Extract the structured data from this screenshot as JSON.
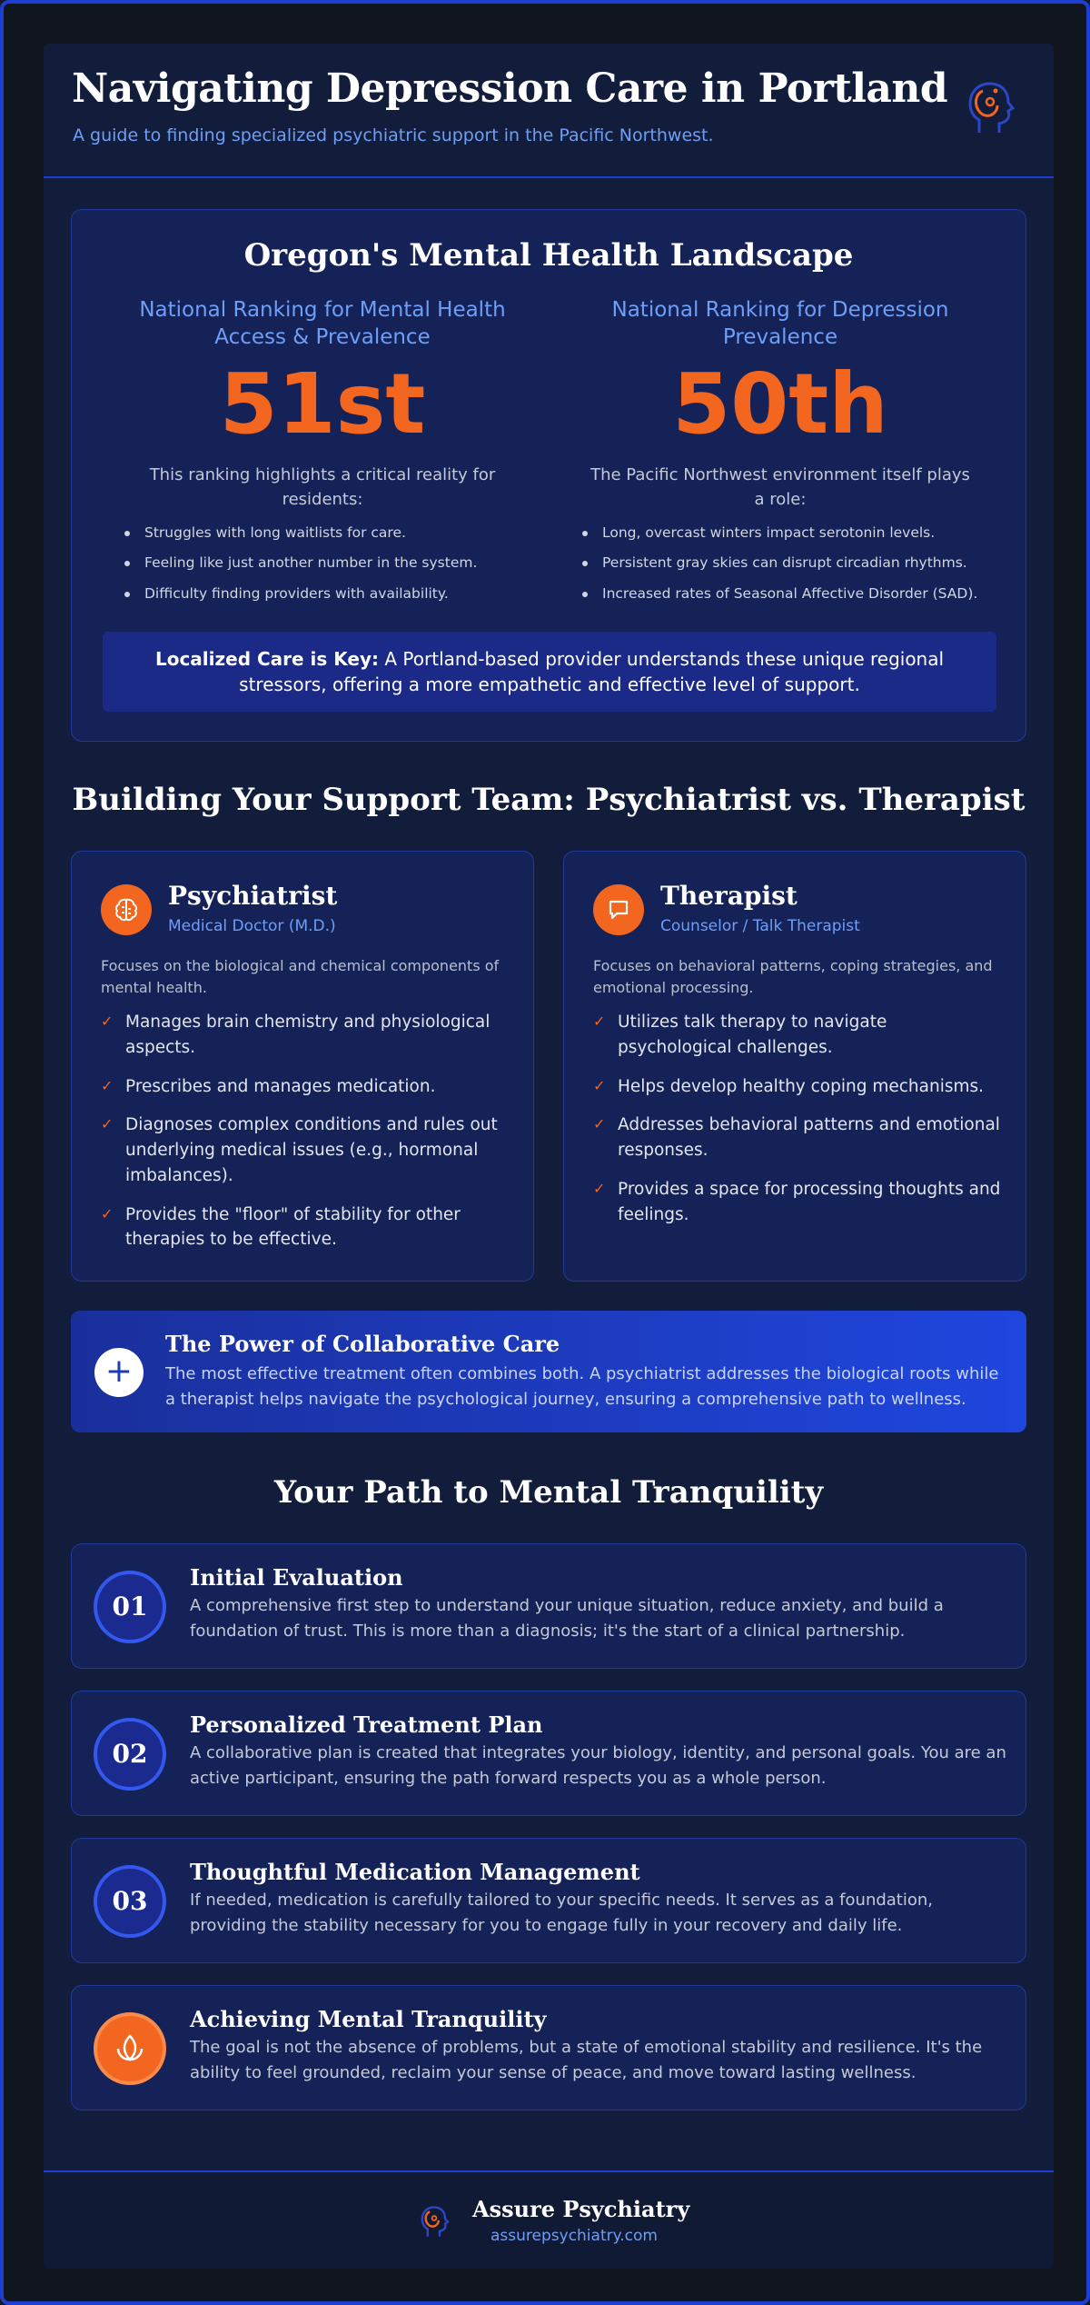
{
  "header": {
    "title": "Navigating Depression Care in Portland",
    "subtitle": "A guide to finding specialized psychiatric support in the Pacific Northwest."
  },
  "landscape": {
    "title": "Oregon's Mental Health Landscape",
    "stats": [
      {
        "label": "National Ranking for Mental Health Access & Prevalence",
        "value": "51st",
        "description": "This ranking highlights a critical reality for residents:",
        "points": [
          "Struggles with long waitlists for care.",
          "Feeling like just another number in the system.",
          "Difficulty finding providers with availability."
        ]
      },
      {
        "label": "National Ranking for Depression Prevalence",
        "value": "50th",
        "description": "The Pacific Northwest environment itself plays a role:",
        "points": [
          "Long, overcast winters impact serotonin levels.",
          "Persistent gray skies can disrupt circadian rhythms.",
          "Increased rates of Seasonal Affective Disorder (SAD)."
        ]
      }
    ],
    "callout_bold": "Localized Care is Key:",
    "callout_text": " A Portland-based provider understands these unique regional stressors, offering a more empathetic and effective level of support."
  },
  "team": {
    "title": "Building Your Support Team: Psychiatrist vs. Therapist",
    "cards": [
      {
        "icon": "brain-icon",
        "title": "Psychiatrist",
        "role": "Medical Doctor (M.D.)",
        "focus": "Focuses on the biological and chemical components of mental health.",
        "points": [
          "Manages brain chemistry and physiological aspects.",
          "Prescribes and manages medication.",
          "Diagnoses complex conditions and rules out underlying medical issues (e.g., hormonal imbalances).",
          "Provides the \"floor\" of stability for other therapies to be effective."
        ]
      },
      {
        "icon": "chat-bubble-icon",
        "title": "Therapist",
        "role": "Counselor / Talk Therapist",
        "focus": "Focuses on behavioral patterns, coping strategies, and emotional processing.",
        "points": [
          "Utilizes talk therapy to navigate psychological challenges.",
          "Helps develop healthy coping mechanisms.",
          "Addresses behavioral patterns and emotional responses.",
          "Provides a space for processing thoughts and feelings."
        ]
      }
    ]
  },
  "collab": {
    "icon": "plus-icon",
    "symbol": "+",
    "title": "The Power of Collaborative Care",
    "text": "The most effective treatment often combines both. A psychiatrist addresses the biological roots while a therapist helps navigate the psychological journey, ensuring a comprehensive path to wellness."
  },
  "path": {
    "title": "Your Path to Mental Tranquility",
    "steps": [
      {
        "number": "01",
        "title": "Initial Evaluation",
        "text": "A comprehensive first step to understand your unique situation, reduce anxiety, and build a foundation of trust. This is more than a diagnosis; it's the start of a clinical partnership."
      },
      {
        "number": "02",
        "title": "Personalized Treatment Plan",
        "text": "A collaborative plan is created that integrates your biology, identity, and personal goals. You are an active participant, ensuring the path forward respects you as a whole person."
      },
      {
        "number": "03",
        "title": "Thoughtful Medication Management",
        "text": "If needed, medication is carefully tailored to your specific needs. It serves as a foundation, providing the stability necessary for you to engage fully in your recovery and daily life."
      },
      {
        "icon": "lotus-icon",
        "title": "Achieving Mental Tranquility",
        "text": "The goal is not the absence of problems, but a state of emotional stability and resilience. It's the ability to feel grounded, reclaim your sense of peace, and move toward lasting wellness."
      }
    ]
  },
  "footer": {
    "brand": "Assure Psychiatry",
    "url": "assurepsychiatry.com"
  },
  "colors": {
    "accent_orange": "#f2661f",
    "accent_blue": "#1d3fd1",
    "link_blue": "#6f9ef7",
    "background": "#121d3b"
  }
}
